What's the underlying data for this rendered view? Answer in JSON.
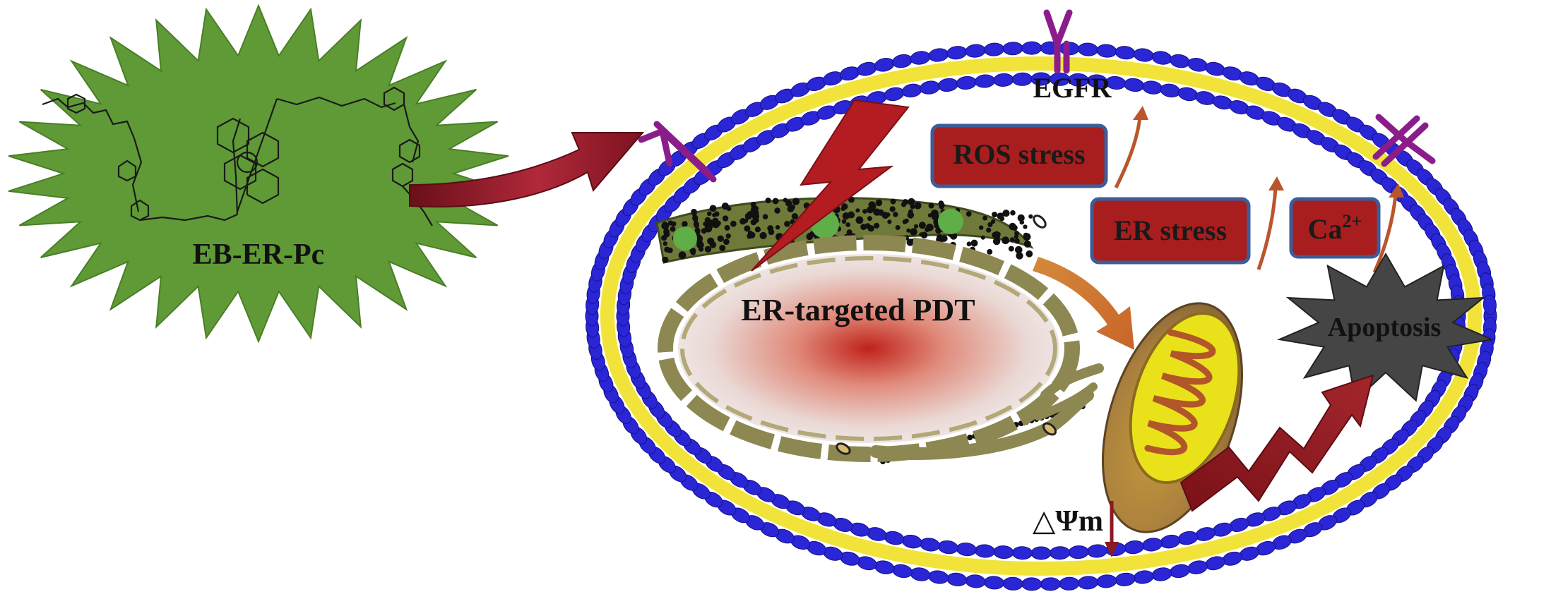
{
  "labels": {
    "compound": "EB-ER-Pc",
    "receptor": "EGFR",
    "pdt": "ER-targeted PDT",
    "apoptosis": "Apoptosis",
    "membrane_potential": "△Ψm"
  },
  "stress_boxes": {
    "ros": "ROS stress",
    "er": "ER stress",
    "calcium_base": "Ca",
    "calcium_sup": "2+"
  },
  "colors": {
    "starburst": "#5f9a36",
    "membrane_head": "#2a26d6",
    "membrane_tail": "#f2e33a",
    "receptor": "#8a1d8a",
    "box_fill": "#a81e1e",
    "box_border": "#3c5d99",
    "arrow_dark_red": "#8b1a22",
    "er_membrane": "#8d8752",
    "mitochondria": "#d3a53a",
    "apoptosis_star": "#444444"
  }
}
